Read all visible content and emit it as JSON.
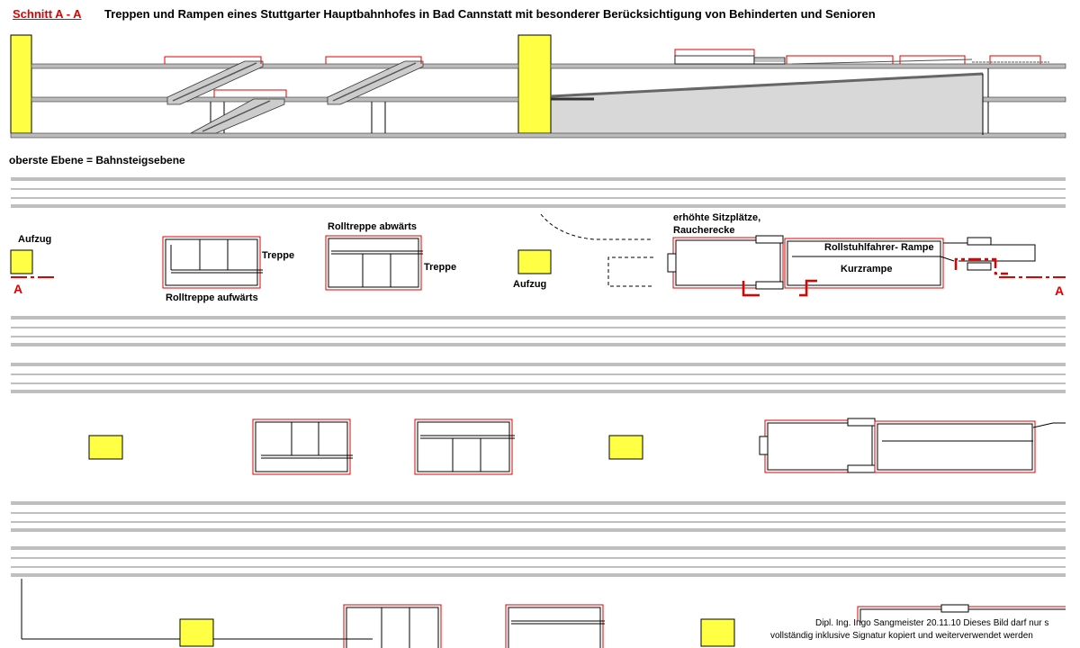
{
  "header": {
    "section_label": "Schnitt  A - A",
    "title": "Treppen und Rampen eines Stuttgarter Hauptbahnhofes in Bad Cannstatt mit besonderer Berücksichtigung von Behinderten und Senioren"
  },
  "plan": {
    "level_label": "oberste Ebene = Bahnsteigsebene",
    "labels": {
      "elevator_left": "Aufzug",
      "elevator_mid": "Aufzug",
      "stair_1": "Treppe",
      "escalator_up": "Rolltreppe aufwärts",
      "escalator_down": "Rolltreppe abwärts",
      "stair_2": "Treppe",
      "raised_seats": "erhöhte Sitzplätze,",
      "smoking": "Raucherecke",
      "wheelchair_ramp": "Rollstuhlfahrer- Rampe",
      "short_ramp": "Kurzrampe",
      "section_mark_left": "A",
      "section_mark_right": "A"
    }
  },
  "footer": {
    "line1": "Dipl. Ing. Ingo Sangmeister 20.11.10  Dieses Bild darf nur s",
    "line2": "vollständig inklusive Signatur kopiert und weiterverwendet werden"
  },
  "colors": {
    "elevator_fill": "#ffff44",
    "section_red": "#e00000",
    "ramp_gray": "#d8d8d8"
  }
}
